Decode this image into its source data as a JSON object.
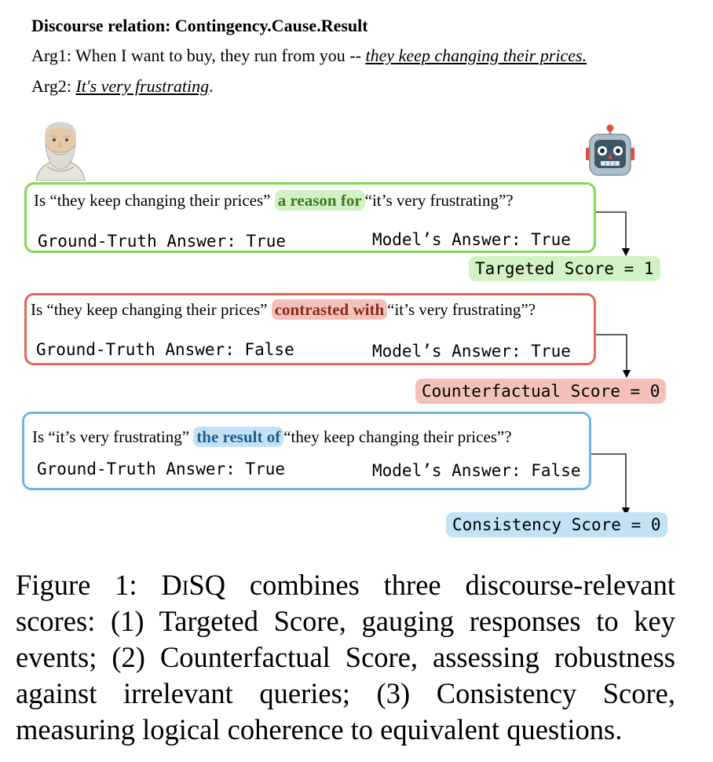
{
  "header": {
    "relation": "Discourse relation: Contingency.Cause.Result",
    "arg1_prefix": "Arg1: When I want to buy, they run from you -- ",
    "arg1_underlined": "they keep changing their prices.",
    "arg2_prefix": "Arg2: ",
    "arg2_underlined": "It's very frustrating",
    "arg2_suffix": "."
  },
  "boxes": [
    {
      "question_pre": "Is “they keep changing their prices”",
      "highlight": "a reason for",
      "question_post": "“it’s very frustrating”?",
      "ground_truth": "Ground-Truth Answer: True",
      "model_answer": "Model’s Answer: True",
      "score": "Targeted Score = 1"
    },
    {
      "question_pre": "Is “they keep changing their prices”",
      "highlight": "contrasted with",
      "question_post": "“it’s very frustrating”?",
      "ground_truth": "Ground-Truth Answer: False",
      "model_answer": "Model’s Answer: True",
      "score": "Counterfactual Score = 0"
    },
    {
      "question_pre": "Is “it’s very frustrating”",
      "highlight": "the result of",
      "question_post": "“they keep changing their prices”?",
      "ground_truth": "Ground-Truth Answer: True",
      "model_answer": "Model’s Answer: False",
      "score": "Consistency Score = 0"
    }
  ],
  "colors": {
    "green_border": "#7ed957",
    "green_fill": "#d4f1c5",
    "green_text": "#3a7d1e",
    "red_border": "#e0695a",
    "red_fill": "#f4c1ba",
    "red_text": "#8b2c20",
    "blue_border": "#6cb5e8",
    "blue_fill": "#c4e2f5",
    "blue_text": "#1f5f8b"
  },
  "icons": {
    "left": "philosopher-bust-icon",
    "right": "robot-icon"
  },
  "caption": {
    "prefix": "Figure 1: ",
    "name": "DiSQ",
    "text": " combines three discourse-relevant scores: (1) Targeted Score, gauging responses to key events; (2) Counterfactual Score, assessing robustness against irrelevant queries; (3) Consistency Score, measuring logical coherence to equivalent questions."
  }
}
